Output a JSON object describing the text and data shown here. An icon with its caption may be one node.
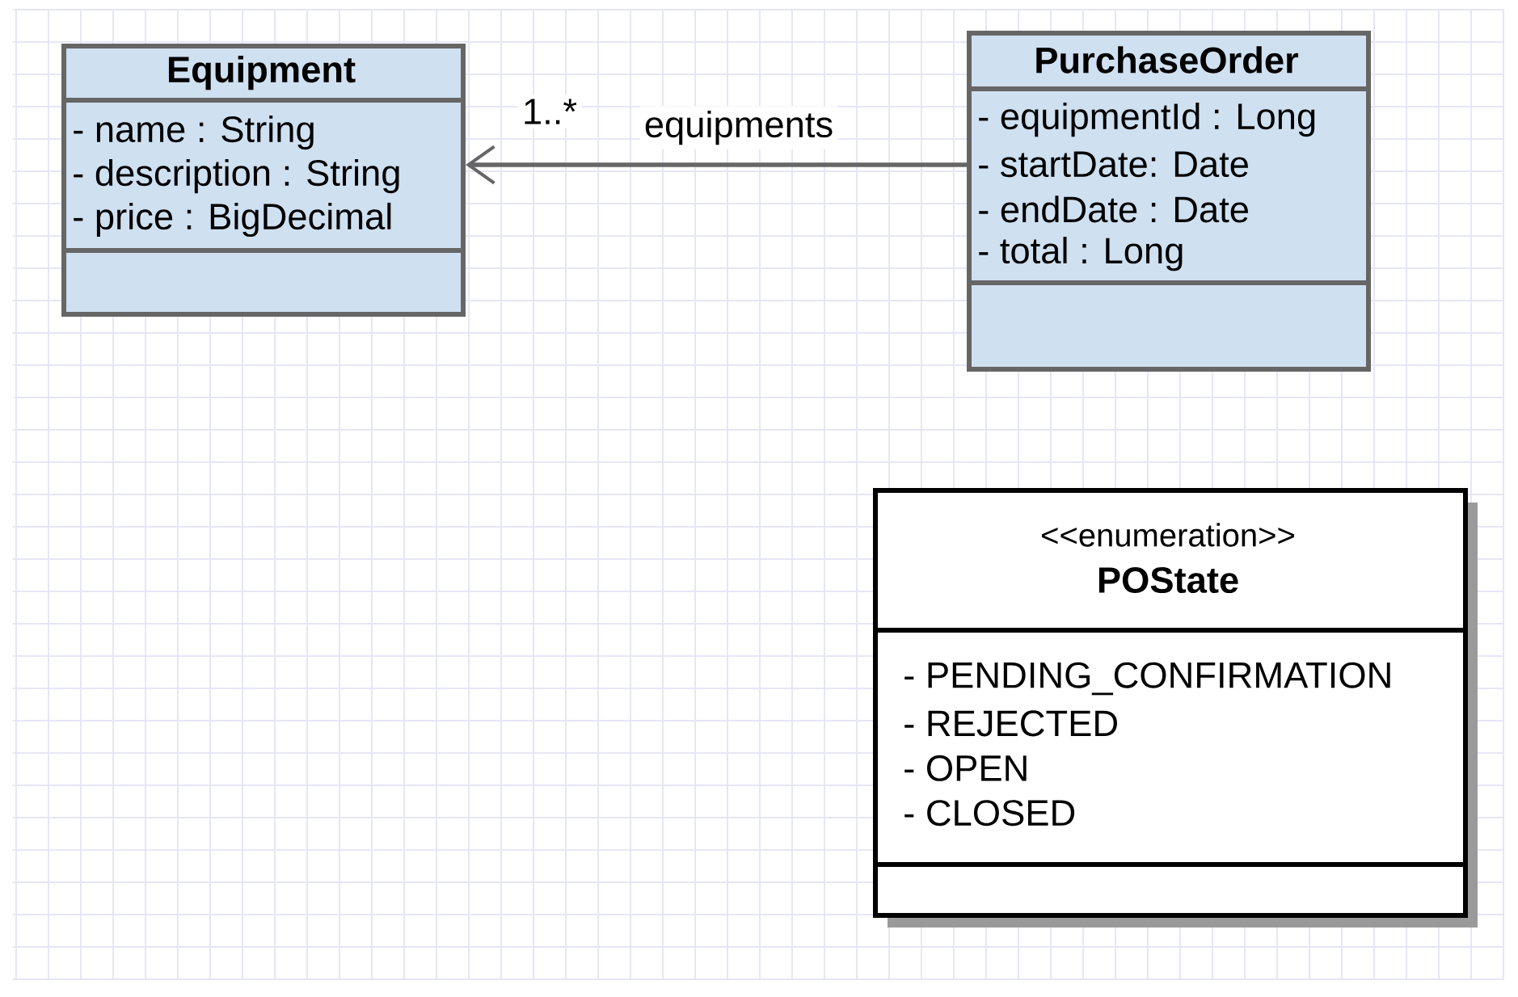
{
  "diagram": {
    "nodes": [
      {
        "text": [
          "Equipment",
          "- name : String",
          "- description : String",
          "- price : BigDecimal"
        ]
      },
      {
        "text": [
          "PurchaseOrder",
          "- equipmentId : Long",
          "- startDate: Date",
          "- endDate : Date",
          "- total : Long"
        ]
      },
      {
        "text": [
          "<<enumeration>>",
          "POState",
          "- PENDING_CONFIRMATION",
          "- REJECTED",
          "- OPEN",
          "- CLOSED"
        ]
      }
    ],
    "edges": [
      {
        "from": 1,
        "to": 0,
        "arrow": "to",
        "label": "equipments"
      }
    ],
    "labels": [
      "1..*"
    ]
  }
}
